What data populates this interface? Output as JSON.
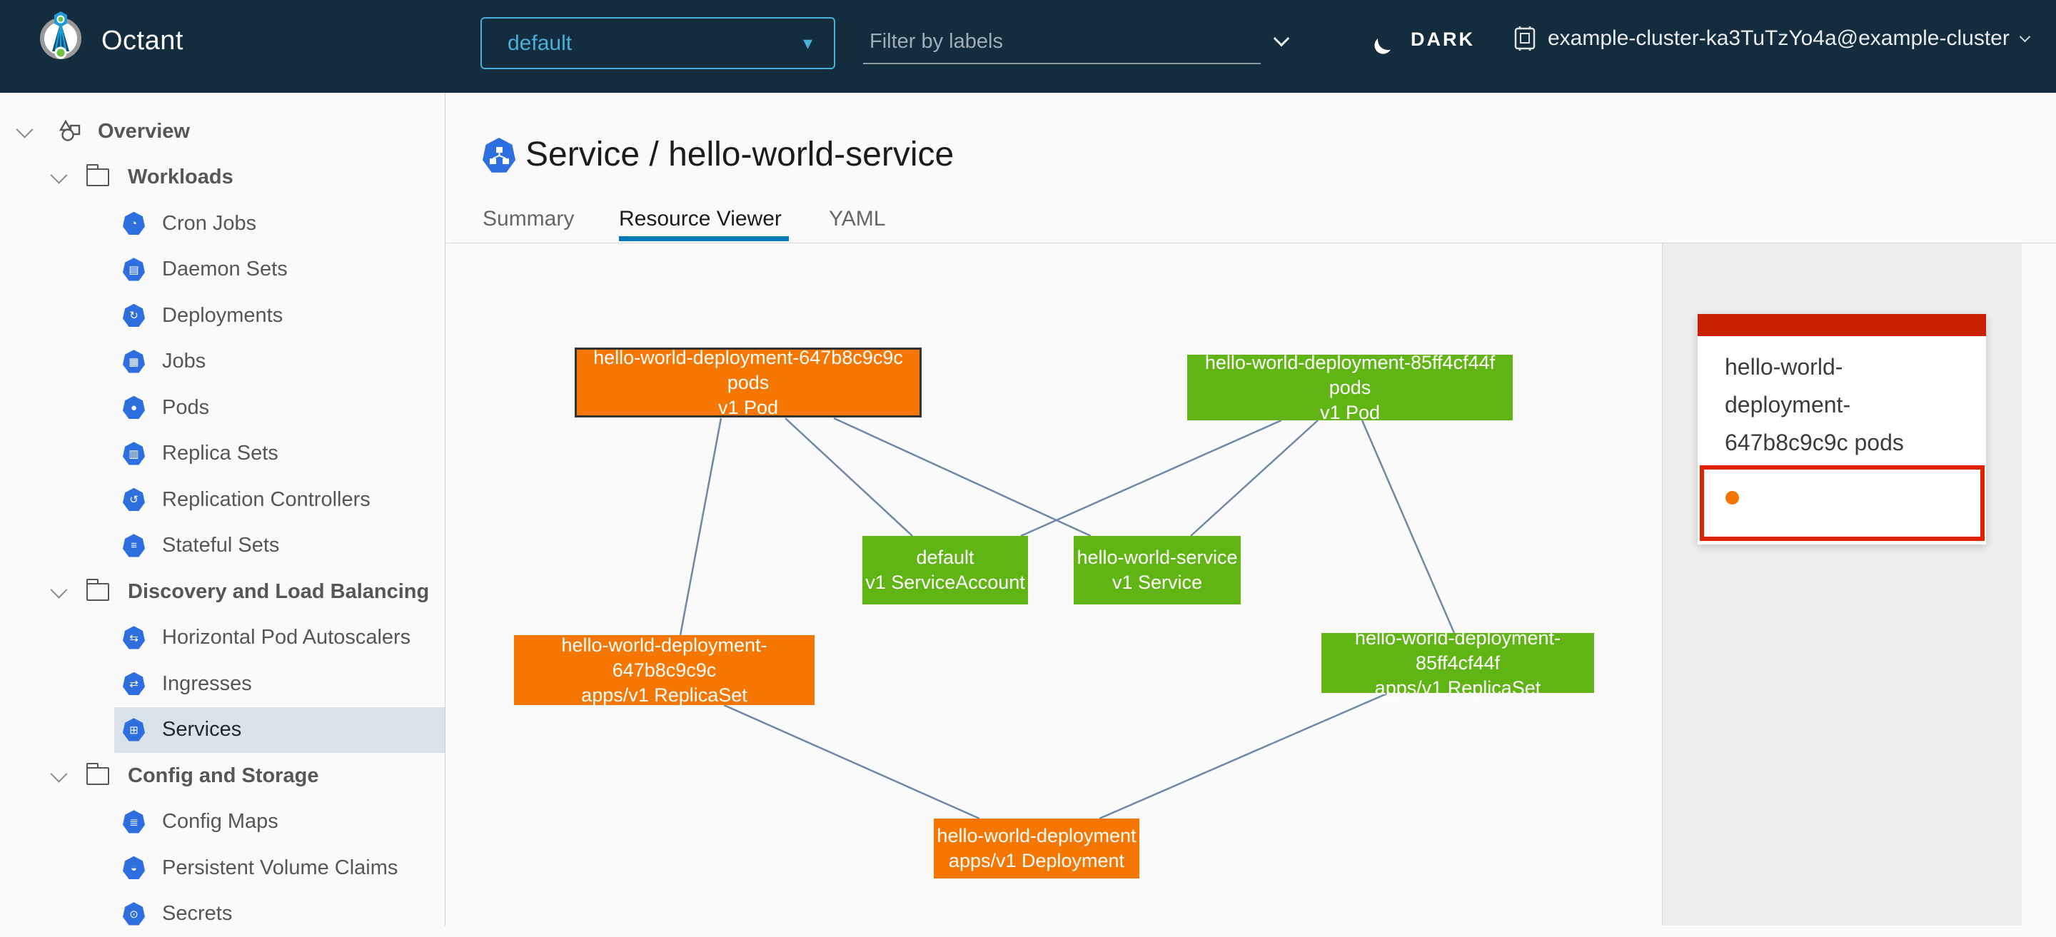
{
  "header": {
    "app_name": "Octant",
    "namespace_dropdown": {
      "value": "default",
      "caret": "▾"
    },
    "filter": {
      "label": "Filter by labels"
    },
    "theme_toggle": {
      "label": "DARK"
    },
    "cluster_context": {
      "label": "example-cluster-ka3TuTzYo4a@example-cluster"
    }
  },
  "sidebar": {
    "items": [
      {
        "label": "Overview",
        "type": "root",
        "icon": "objects-icon"
      },
      {
        "label": "Workloads",
        "type": "group",
        "icon": "folder-icon"
      },
      {
        "label": "Cron Jobs",
        "type": "leaf",
        "icon": "cronjob-icon",
        "glyph": "◔"
      },
      {
        "label": "Daemon Sets",
        "type": "leaf",
        "icon": "daemonset-icon",
        "glyph": "▤"
      },
      {
        "label": "Deployments",
        "type": "leaf",
        "icon": "deployment-icon",
        "glyph": "↻"
      },
      {
        "label": "Jobs",
        "type": "leaf",
        "icon": "job-icon",
        "glyph": "▦"
      },
      {
        "label": "Pods",
        "type": "leaf",
        "icon": "pod-icon",
        "glyph": "●"
      },
      {
        "label": "Replica Sets",
        "type": "leaf",
        "icon": "replicaset-icon",
        "glyph": "▥"
      },
      {
        "label": "Replication Controllers",
        "type": "leaf",
        "icon": "replicationcontroller-icon",
        "glyph": "↺"
      },
      {
        "label": "Stateful Sets",
        "type": "leaf",
        "icon": "statefulset-icon",
        "glyph": "≡"
      },
      {
        "label": "Discovery and Load Balancing",
        "type": "group",
        "icon": "folder-icon"
      },
      {
        "label": "Horizontal Pod Autoscalers",
        "type": "leaf",
        "icon": "hpa-icon",
        "glyph": "⇆"
      },
      {
        "label": "Ingresses",
        "type": "leaf",
        "icon": "ingress-icon",
        "glyph": "⇄"
      },
      {
        "label": "Services",
        "type": "leaf",
        "icon": "service-icon",
        "glyph": "⊞",
        "selected": true
      },
      {
        "label": "Config and Storage",
        "type": "group",
        "icon": "folder-icon"
      },
      {
        "label": "Config Maps",
        "type": "leaf",
        "icon": "configmap-icon",
        "glyph": "≣"
      },
      {
        "label": "Persistent Volume Claims",
        "type": "leaf",
        "icon": "pvc-icon",
        "glyph": "◒"
      },
      {
        "label": "Secrets",
        "type": "leaf",
        "icon": "secret-icon",
        "glyph": "⊙"
      }
    ]
  },
  "main": {
    "title": "Service / hello-world-service",
    "title_icon": "service-icon",
    "tabs": [
      {
        "label": "Summary",
        "active": false
      },
      {
        "label": "Resource Viewer",
        "active": true
      },
      {
        "label": "YAML",
        "active": false
      }
    ]
  },
  "graph": {
    "edge_color": "#5e7ca0",
    "status_colors": {
      "ok": "#60b515",
      "warning": "#f57600"
    },
    "nodes": [
      {
        "id": "pod-647",
        "line1": "hello-world-deployment-647b8c9c9c pods",
        "line2": "v1 Pod",
        "status": "warning",
        "color": "#f57600",
        "selected": true
      },
      {
        "id": "pod-85ff",
        "line1": "hello-world-deployment-85ff4cf44f pods",
        "line2": "v1 Pod",
        "status": "ok",
        "color": "#60b515",
        "selected": false
      },
      {
        "id": "serviceaccount-default",
        "line1": "default",
        "line2": "v1 ServiceAccount",
        "status": "ok",
        "color": "#60b515",
        "selected": false
      },
      {
        "id": "service-hello-world",
        "line1": "hello-world-service",
        "line2": "v1 Service",
        "status": "ok",
        "color": "#60b515",
        "selected": false
      },
      {
        "id": "replicaset-647",
        "line1": "hello-world-deployment-647b8c9c9c",
        "line2": "apps/v1 ReplicaSet",
        "status": "warning",
        "color": "#f57600",
        "selected": false
      },
      {
        "id": "replicaset-85ff",
        "line1": "hello-world-deployment-85ff4cf44f",
        "line2": "apps/v1 ReplicaSet",
        "status": "ok",
        "color": "#60b515",
        "selected": false
      },
      {
        "id": "deployment",
        "line1": "hello-world-deployment",
        "line2": "apps/v1 Deployment",
        "status": "warning",
        "color": "#f57600",
        "selected": false
      }
    ]
  },
  "detail_panel": {
    "title": "hello-world-deployment-647b8c9c9c pods",
    "accent_color": "#c92100",
    "status_box": {
      "border_color": "#e12200",
      "dot_color": "#f57600"
    }
  },
  "colors": {
    "header_bg": "#132c3e",
    "accent_blue": "#49afd9",
    "tab_active_underline": "#0079b8",
    "selected_row_bg": "#d8e2e8"
  }
}
